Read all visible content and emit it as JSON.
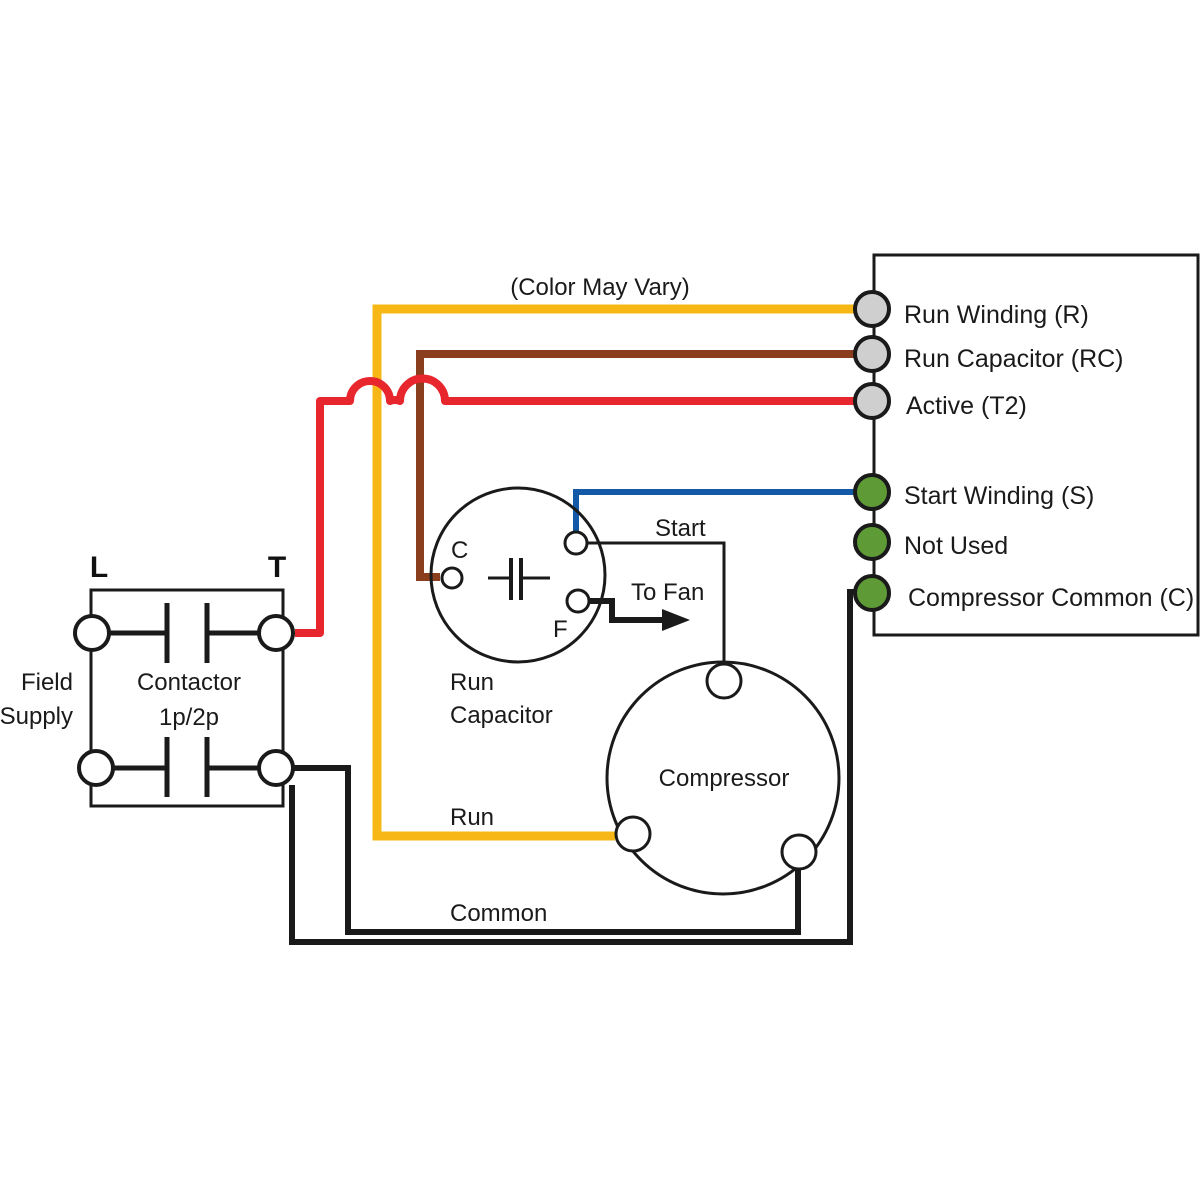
{
  "diagram": {
    "note": "(Color May Vary)",
    "wire_colors": {
      "yellow": "#f7b817",
      "brown": "#8b3e1e",
      "red": "#e8262e",
      "blue": "#1458a8",
      "black": "#1a1a1a"
    },
    "terminal_colors": {
      "gray": "#cfcfcf",
      "green": "#5e9a35"
    },
    "contactor": {
      "label_line1": "Contactor",
      "label_line2": "1p/2p",
      "left_label": "L",
      "right_label": "T",
      "supply_line1": "Field",
      "supply_line2": "Supply"
    },
    "run_capacitor": {
      "label_line1": "Run",
      "label_line2": "Capacitor",
      "terminal_c": "C",
      "terminal_f": "F"
    },
    "compressor": {
      "label": "Compressor"
    },
    "wire_labels": {
      "start": "Start",
      "to_fan": "To Fan",
      "run": "Run",
      "common": "Common"
    },
    "terminal_block": {
      "terminals": [
        {
          "label": "Run Winding  (R)",
          "color": "gray"
        },
        {
          "label": "Run Capacitor  (RC)",
          "color": "gray"
        },
        {
          "label": "Active  (T2)",
          "color": "gray"
        },
        {
          "label": "Start Winding (S)",
          "color": "green"
        },
        {
          "label": "Not Used",
          "color": "green"
        },
        {
          "label": "Compressor Common (C)",
          "color": "green"
        }
      ]
    }
  }
}
